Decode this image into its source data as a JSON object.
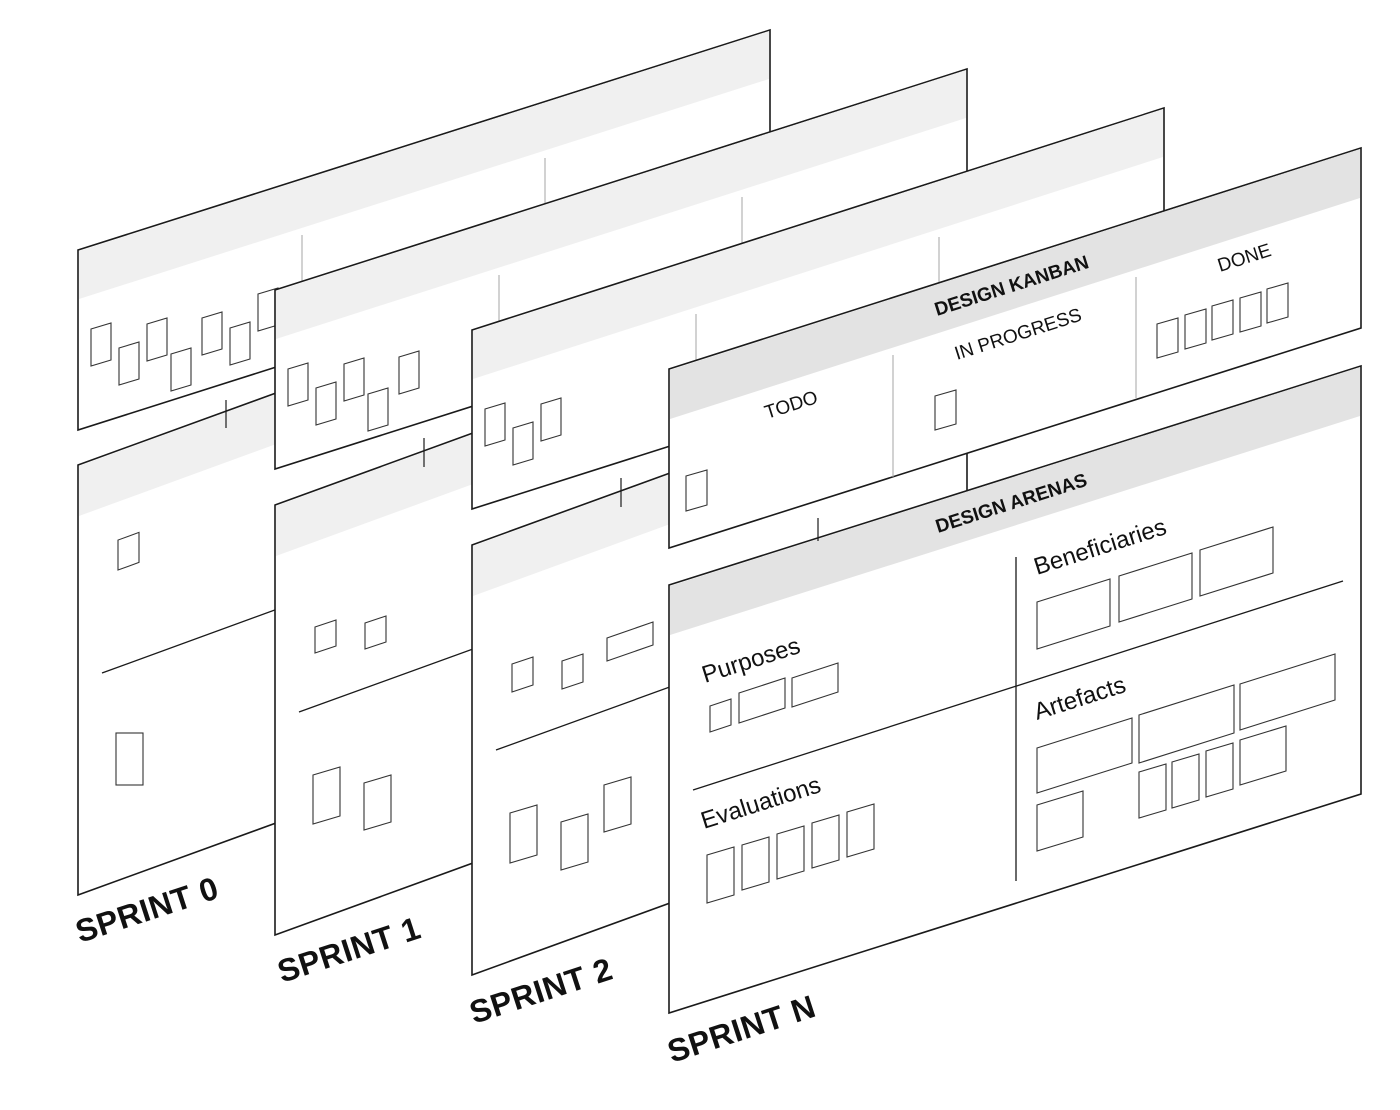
{
  "kanban": {
    "title": "DESIGN KANBAN",
    "columns": {
      "todo": "TODO",
      "in_progress": "IN PROGRESS",
      "done": "DONE"
    }
  },
  "arenas": {
    "title": "DESIGN ARENAS",
    "quadrants": {
      "purposes": "Purposes",
      "beneficiaries": "Beneficiaries",
      "evaluations": "Evaluations",
      "artefacts": "Artefacts"
    }
  },
  "sprints": [
    {
      "label": "SPRINT 0"
    },
    {
      "label": "SPRINT 1"
    },
    {
      "label": "SPRINT 2"
    },
    {
      "label": "SPRINT N"
    }
  ]
}
